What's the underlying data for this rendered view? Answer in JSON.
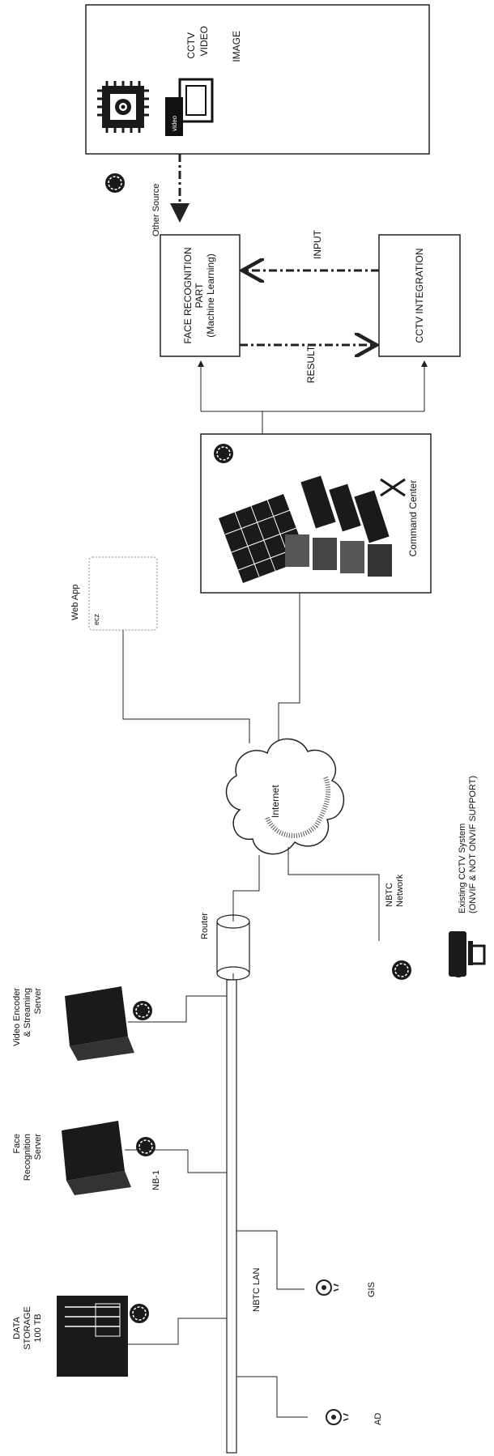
{
  "sources_panel": {
    "cctv": "CCTV",
    "video": "VIDEO",
    "image": "IMAGE",
    "chip_text": "video"
  },
  "other_source": "Other Source",
  "face_recognition_box": {
    "line1": "FACE RECOGNITION",
    "line2": "PART",
    "line3": "(Machine Learning)"
  },
  "cctv_integration": "CCTV INTEGRATION",
  "input_label": "INPUT",
  "result_label": "RESULT",
  "command_center": "Command Center",
  "web_app": {
    "label": "Web App",
    "inner": "ecz"
  },
  "internet": "Internet",
  "router": "Router",
  "nbtc_network": {
    "line1": "NBTC",
    "line2": "Network"
  },
  "existing_cctv": {
    "line1": "Existing CCTV System",
    "line2": "(ONVIF & NOT ONVIF SUPPORT)"
  },
  "video_encoder": {
    "line1": "Video Encoder",
    "line2": "& Streaming",
    "line3": "Server"
  },
  "face_server": {
    "line1": "Face",
    "line2": "Recognition",
    "line3": "Server"
  },
  "nb1": "NB-1",
  "data_storage": {
    "line1": "DATA",
    "line2": "STORAGE",
    "line3": "100 TB"
  },
  "nbtc_lan": "NBTC LAN",
  "gis": "GIS",
  "ad": "AD"
}
